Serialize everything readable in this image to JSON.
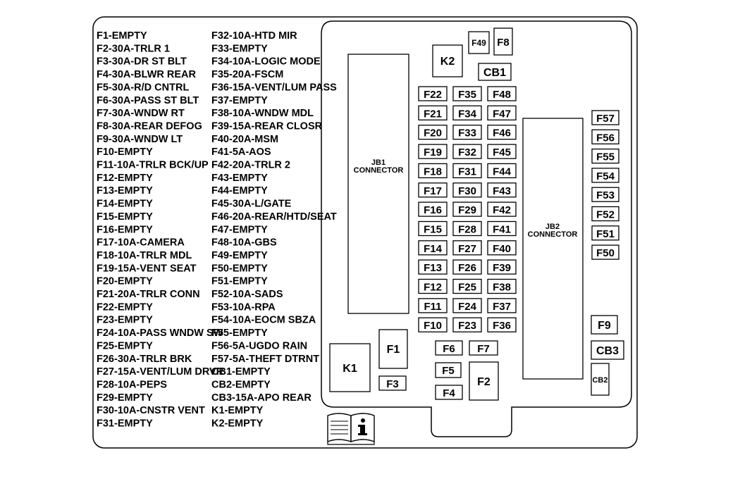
{
  "legend": {
    "col1": [
      "F1-EMPTY",
      "F2-30A-TRLR 1",
      "F3-30A-DR ST BLT",
      "F4-30A-BLWR REAR",
      "F5-30A-R/D CNTRL",
      "F6-30A-PASS ST BLT",
      "F7-30A-WNDW RT",
      "F8-30A-REAR DEFOG",
      "F9-30A-WNDW LT",
      "F10-EMPTY",
      "F11-10A-TRLR BCK/UP",
      "F12-EMPTY",
      "F13-EMPTY",
      "F14-EMPTY",
      "F15-EMPTY",
      "F16-EMPTY",
      "F17-10A-CAMERA",
      "F18-10A-TRLR MDL",
      "F19-15A-VENT SEAT",
      "F20-EMPTY",
      "F21-20A-TRLR CONN",
      "F22-EMPTY",
      "F23-EMPTY",
      "F24-10A-PASS WNDW SW",
      "F25-EMPTY",
      "F26-30A-TRLR BRK",
      "F27-15A-VENT/LUM DRVR",
      "F28-10A-PEPS",
      "F29-EMPTY",
      "F30-10A-CNSTR VENT",
      "F31-EMPTY"
    ],
    "col2": [
      "F32-10A-HTD MIR",
      "F33-EMPTY",
      "F34-10A-LOGIC MODE",
      "F35-20A-FSCM",
      "F36-15A-VENT/LUM PASS",
      "F37-EMPTY",
      "F38-10A-WNDW MDL",
      "F39-15A-REAR CLOSR",
      "F40-20A-MSM",
      "F41-5A-AOS",
      "F42-20A-TRLR 2",
      "F43-EMPTY",
      "F44-EMPTY",
      "F45-30A-L/GATE",
      "F46-20A-REAR/HTD/SEAT",
      "F47-EMPTY",
      "F48-10A-GBS",
      "F49-EMPTY",
      "F50-EMPTY",
      "F51-EMPTY",
      "F52-10A-SADS",
      "F53-10A-RPA",
      "F54-10A-EOCM SBZA",
      "F55-EMPTY",
      "F56-5A-UGDO RAIN",
      "F57-5A-THEFT DTRNT",
      "CB1-EMPTY",
      "CB2-EMPTY",
      "CB3-15A-APO REAR",
      "K1-EMPTY",
      "K2-EMPTY"
    ]
  },
  "connectors": {
    "jb1": [
      "JB1",
      "CONNECTOR"
    ],
    "jb2": [
      "JB2",
      "CONNECTOR"
    ]
  },
  "grid_rows": [
    [
      "F22",
      "F35",
      "F48"
    ],
    [
      "F21",
      "F34",
      "F47"
    ],
    [
      "F20",
      "F33",
      "F46"
    ],
    [
      "F19",
      "F32",
      "F45"
    ],
    [
      "F18",
      "F31",
      "F44"
    ],
    [
      "F17",
      "F30",
      "F43"
    ],
    [
      "F16",
      "F29",
      "F42"
    ],
    [
      "F15",
      "F28",
      "F41"
    ],
    [
      "F14",
      "F27",
      "F40"
    ],
    [
      "F13",
      "F26",
      "F39"
    ],
    [
      "F12",
      "F25",
      "F38"
    ],
    [
      "F11",
      "F24",
      "F37"
    ],
    [
      "F10",
      "F23",
      "F36"
    ]
  ],
  "right_column": [
    "F57",
    "F56",
    "F55",
    "F54",
    "F53",
    "F52",
    "F51",
    "F50"
  ],
  "top_parts": {
    "f49": "F49",
    "f8": "F8",
    "k2": "K2",
    "cb1": "CB1"
  },
  "bottom_parts": {
    "k1": "K1",
    "f1": "F1",
    "f3": "F3",
    "f6": "F6",
    "f7": "F7",
    "f5": "F5",
    "f4": "F4",
    "f2": "F2",
    "f9": "F9",
    "cb3": "CB3",
    "cb2": "CB2"
  },
  "icons": {
    "manual": "book-info-icon"
  }
}
